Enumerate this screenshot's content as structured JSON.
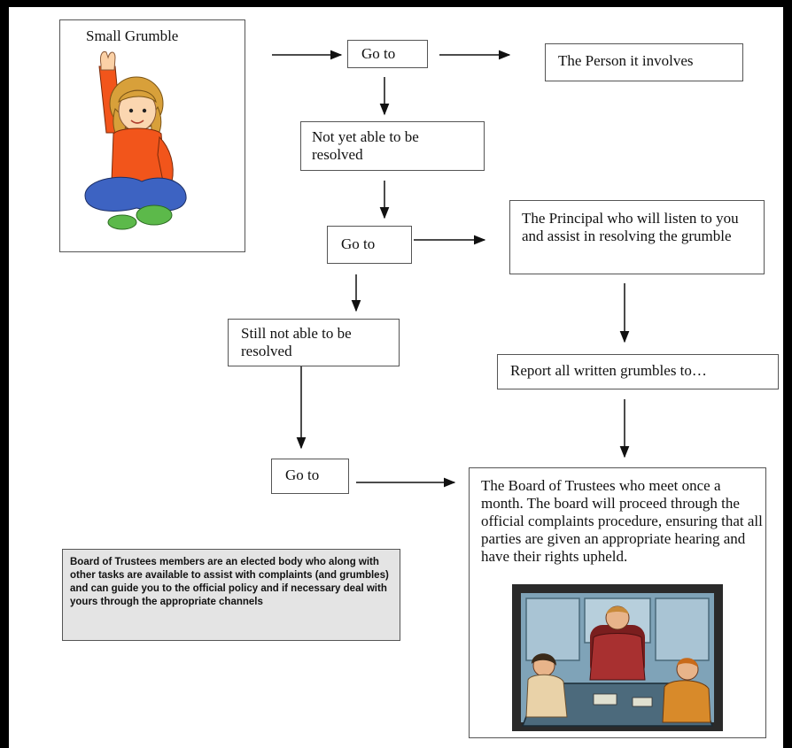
{
  "flowchart": {
    "small_grumble": "Small Grumble",
    "go_to_1": "Go to",
    "person_it_involves": "The Person it involves",
    "not_yet_resolved": "Not yet able to be resolved",
    "go_to_2": "Go to",
    "principal": "The Principal who will listen to you and assist in resolving the grumble",
    "still_not_resolved": "Still not able to be resolved",
    "report_written": "Report all written grumbles to…",
    "go_to_3": "Go to",
    "board_of_trustees": "The Board of Trustees who meet once a month. The board will proceed through the official complaints procedure, ensuring that all parties are given an appropriate hearing and have their rights upheld.",
    "info_note": "Board of Trustees members are an elected body who along with other tasks are available to assist with complaints (and grumbles) and can guide you to the official policy and if necessary deal with yours through the appropriate channels"
  },
  "colors": {
    "shirt": "#f2551b",
    "pants": "#3d63c2",
    "meeting_bg": "#7fa3b8"
  },
  "illustrations": {
    "child": "child-raising-hand-illustration",
    "meeting": "board-meeting-illustration"
  }
}
